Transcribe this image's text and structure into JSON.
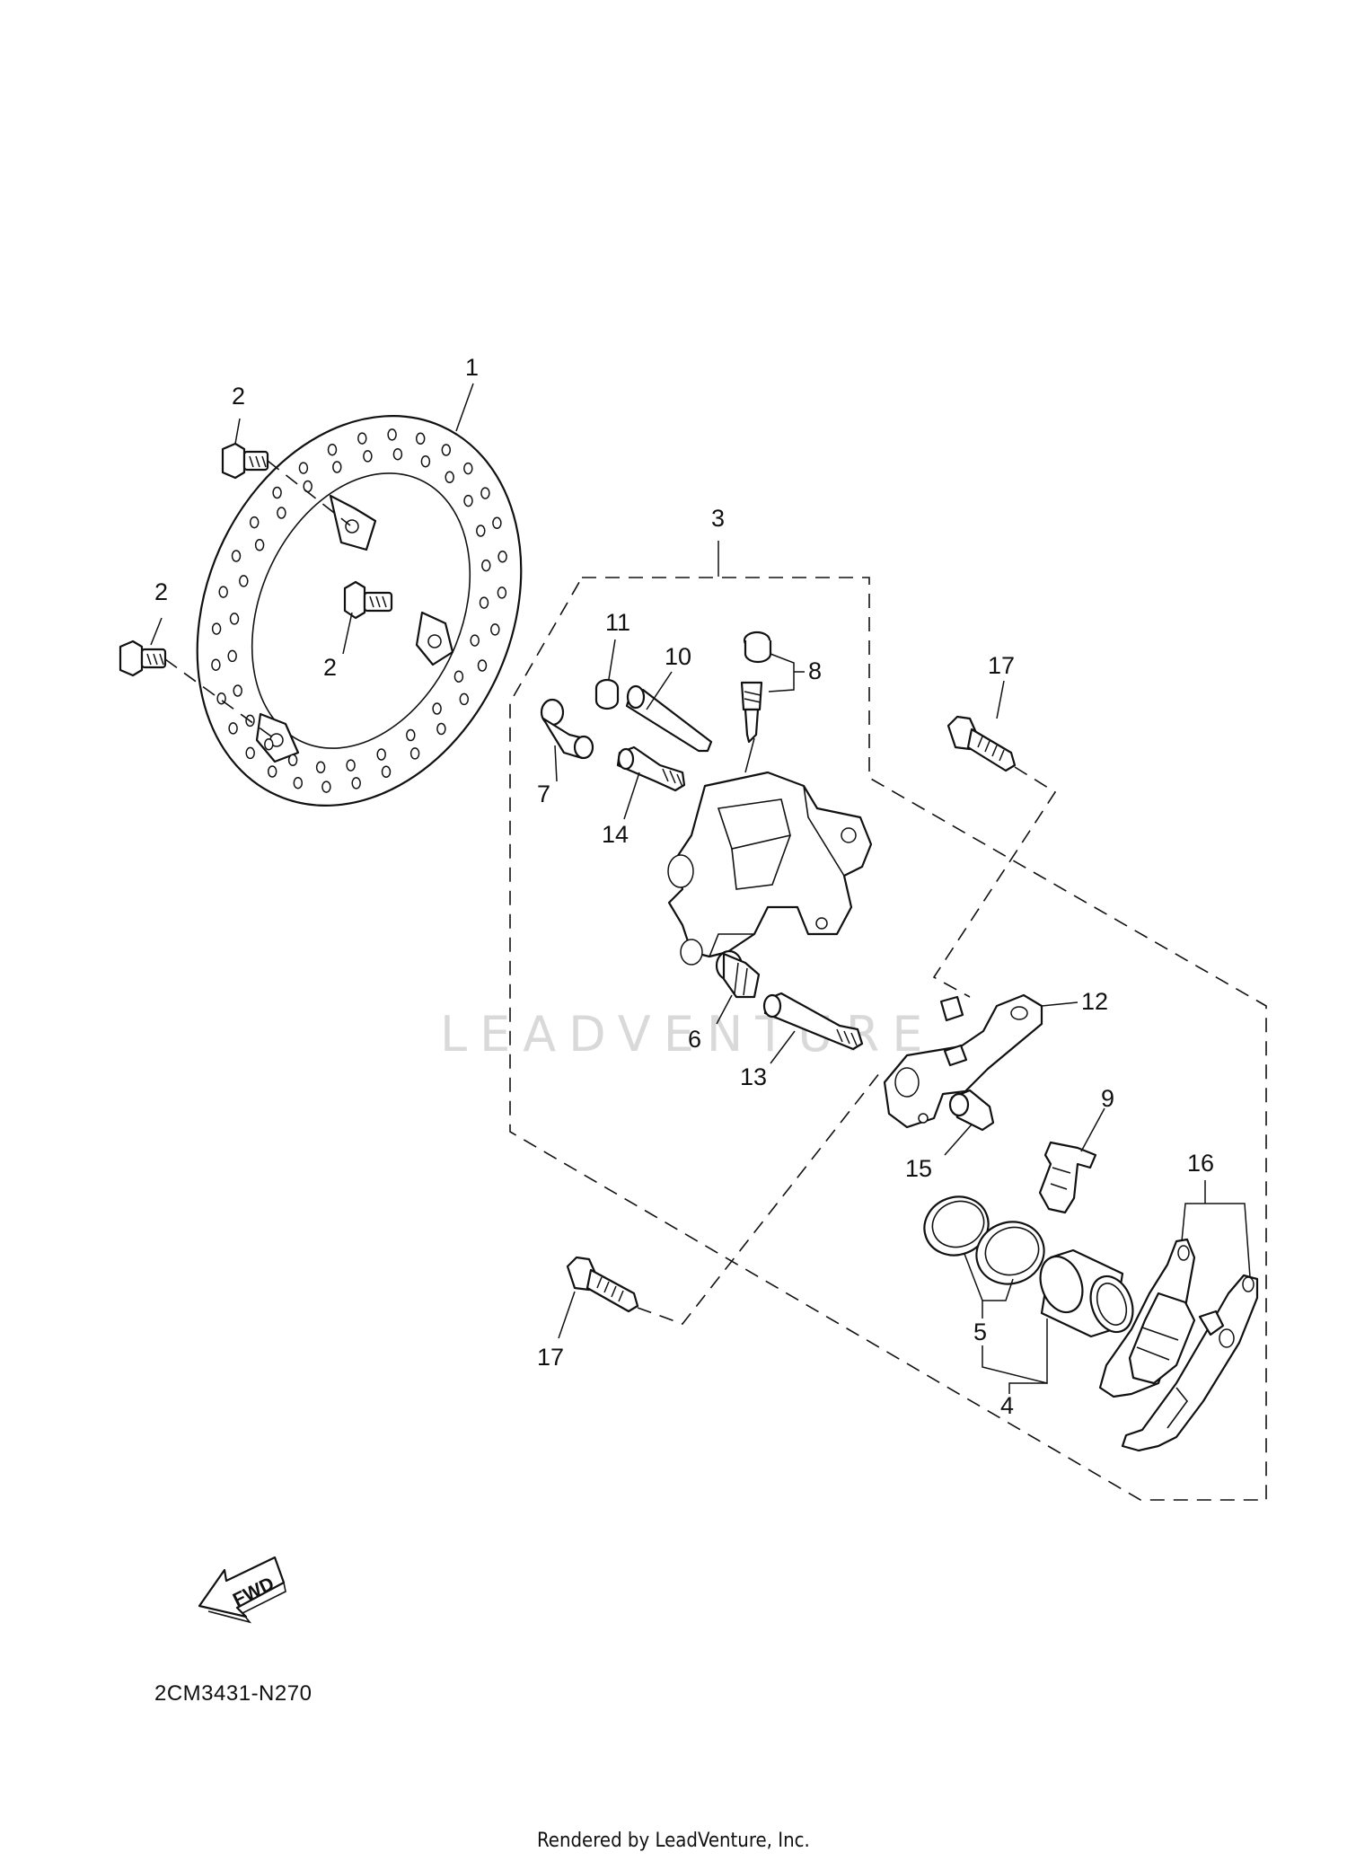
{
  "diagram": {
    "callouts": [
      {
        "id": "c1",
        "text": "1"
      },
      {
        "id": "c2a",
        "text": "2"
      },
      {
        "id": "c2b",
        "text": "2"
      },
      {
        "id": "c2c",
        "text": "2"
      },
      {
        "id": "c3",
        "text": "3"
      },
      {
        "id": "c4",
        "text": "4"
      },
      {
        "id": "c5",
        "text": "5"
      },
      {
        "id": "c6",
        "text": "6"
      },
      {
        "id": "c7",
        "text": "7"
      },
      {
        "id": "c8",
        "text": "8"
      },
      {
        "id": "c9",
        "text": "9"
      },
      {
        "id": "c10",
        "text": "10"
      },
      {
        "id": "c11",
        "text": "11"
      },
      {
        "id": "c12",
        "text": "12"
      },
      {
        "id": "c13",
        "text": "13"
      },
      {
        "id": "c14",
        "text": "14"
      },
      {
        "id": "c15",
        "text": "15"
      },
      {
        "id": "c16",
        "text": "16"
      },
      {
        "id": "c17a",
        "text": "17"
      },
      {
        "id": "c17b",
        "text": "17"
      }
    ],
    "fwd_label": "FWD",
    "diagram_code": "2CM3431-N270",
    "watermark": "LEADVENTURE",
    "credit": "Rendered by LeadVenture, Inc."
  }
}
